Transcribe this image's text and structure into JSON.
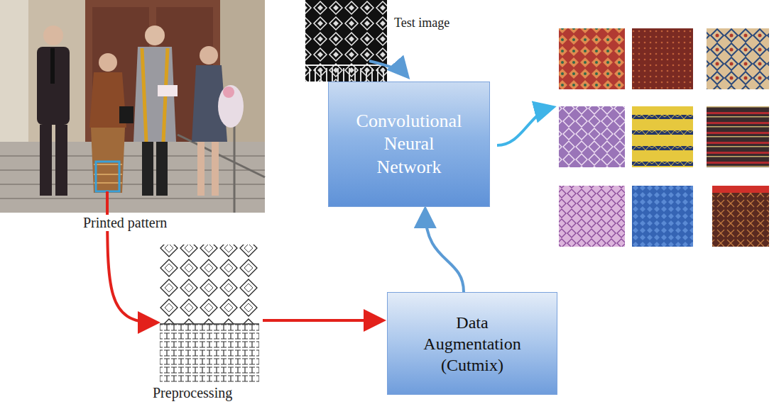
{
  "diagram": {
    "nodes": [
      {
        "text": [
          "Convolutional Neural Network"
        ]
      },
      {
        "text": [
          "Data Augmentation (Cutmix)"
        ]
      }
    ],
    "edges": [
      {
        "from": 1,
        "to": 0,
        "arrow": "to"
      }
    ],
    "labels": [
      "Test image",
      "Printed pattern",
      "Preprocessing"
    ]
  }
}
